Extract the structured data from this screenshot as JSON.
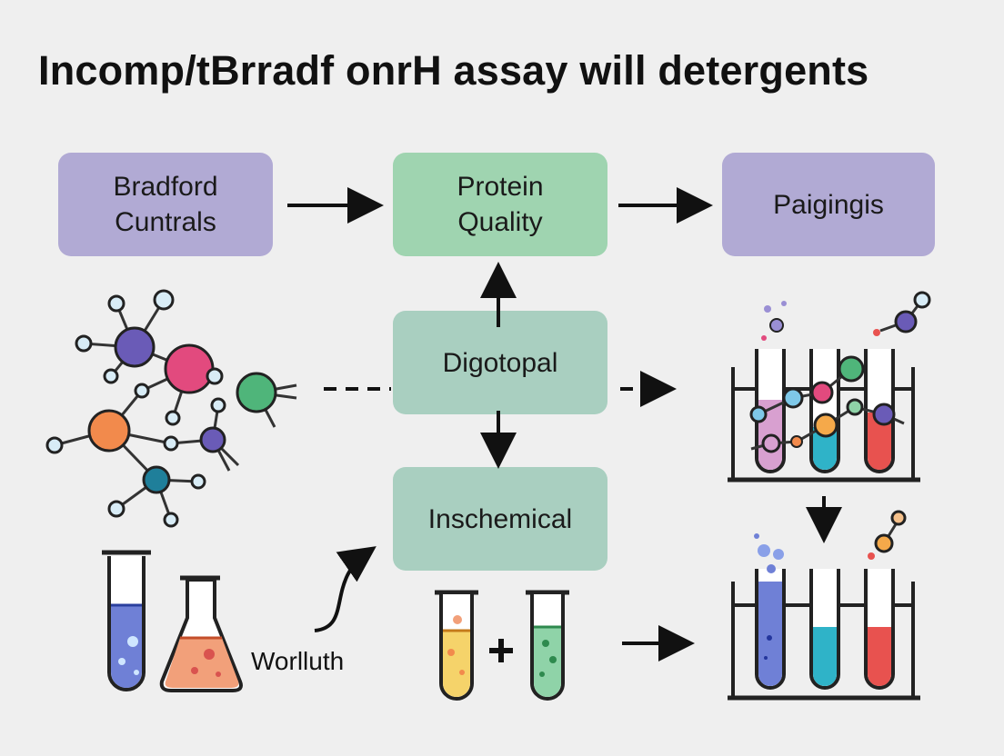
{
  "title": "Incomp/tBrradf οnrH assay will detergents",
  "nodes": {
    "bradford": "Bradford\nCuntrals",
    "protein_quality": "Protein\nQuality",
    "paigingis": "Paigingis",
    "digotopal": "Digotopal",
    "inschemical": "Inschemical"
  },
  "labels": {
    "worlluth": "Worlluth"
  },
  "colors": {
    "box_purple": "#b1aad4",
    "box_green": "#9fd4b0",
    "box_sage": "#a9cfc0",
    "liquid_blue": "#6f80d6",
    "liquid_orange": "#f2a07a",
    "liquid_yellow": "#f5d36a",
    "liquid_green": "#8fd3a8",
    "liquid_teal": "#2fb3c8",
    "liquid_red": "#e8524f",
    "liquid_pink": "#d8a0d0"
  },
  "icons": [
    "molecule-cluster-icon",
    "test-tube-icon",
    "flask-icon",
    "test-tube-rack-icon",
    "plus-icon",
    "curved-arrow-icon"
  ]
}
